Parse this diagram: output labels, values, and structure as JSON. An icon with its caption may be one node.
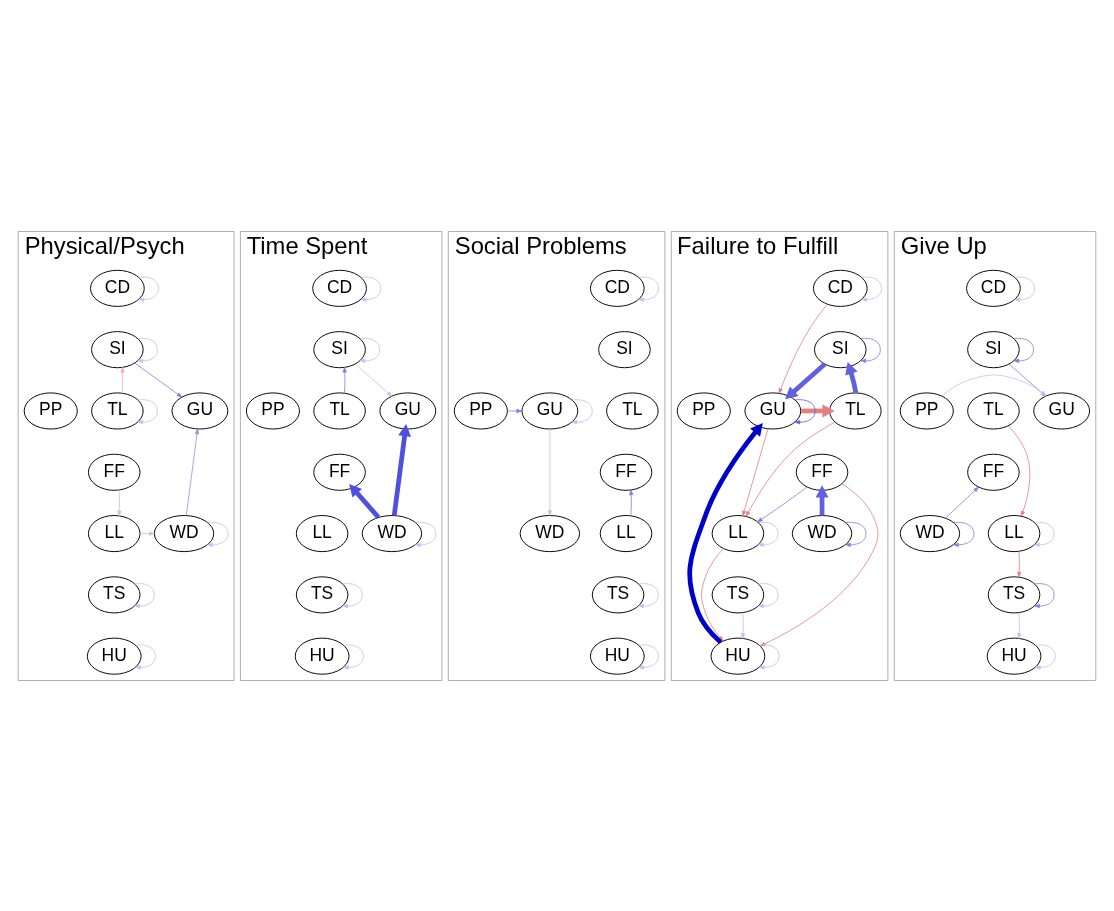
{
  "diagram": {
    "nodes": [
      {
        "text": [
          "Physical/Psych"
        ]
      },
      {
        "text": [
          "CD"
        ],
        "in": 0
      },
      {
        "text": [
          "SI"
        ],
        "in": 0
      },
      {
        "text": [
          "TL"
        ],
        "in": 0
      },
      {
        "text": [
          "PP"
        ],
        "in": 0
      },
      {
        "text": [
          "GU"
        ],
        "in": 0
      },
      {
        "text": [
          "FF"
        ],
        "in": 0
      },
      {
        "text": [
          "LL"
        ],
        "in": 0
      },
      {
        "text": [
          "WD"
        ],
        "in": 0
      },
      {
        "text": [
          "TS"
        ],
        "in": 0
      },
      {
        "text": [
          "HU"
        ],
        "in": 0
      },
      {
        "text": [
          "Time Spent"
        ]
      },
      {
        "text": [
          "CD"
        ],
        "in": 11
      },
      {
        "text": [
          "SI"
        ],
        "in": 11
      },
      {
        "text": [
          "TL"
        ],
        "in": 11
      },
      {
        "text": [
          "PP"
        ],
        "in": 11
      },
      {
        "text": [
          "GU"
        ],
        "in": 11
      },
      {
        "text": [
          "FF"
        ],
        "in": 11
      },
      {
        "text": [
          "LL"
        ],
        "in": 11
      },
      {
        "text": [
          "WD"
        ],
        "in": 11
      },
      {
        "text": [
          "TS"
        ],
        "in": 11
      },
      {
        "text": [
          "HU"
        ],
        "in": 11
      },
      {
        "text": [
          "Social Problems"
        ]
      },
      {
        "text": [
          "CD"
        ],
        "in": 22
      },
      {
        "text": [
          "SI"
        ],
        "in": 22
      },
      {
        "text": [
          "TL"
        ],
        "in": 22
      },
      {
        "text": [
          "PP"
        ],
        "in": 22
      },
      {
        "text": [
          "GU"
        ],
        "in": 22
      },
      {
        "text": [
          "FF"
        ],
        "in": 22
      },
      {
        "text": [
          "LL"
        ],
        "in": 22
      },
      {
        "text": [
          "WD"
        ],
        "in": 22
      },
      {
        "text": [
          "TS"
        ],
        "in": 22
      },
      {
        "text": [
          "HU"
        ],
        "in": 22
      },
      {
        "text": [
          "Failure to Fulfill"
        ]
      },
      {
        "text": [
          "CD"
        ],
        "in": 33
      },
      {
        "text": [
          "SI"
        ],
        "in": 33
      },
      {
        "text": [
          "TL"
        ],
        "in": 33
      },
      {
        "text": [
          "PP"
        ],
        "in": 33
      },
      {
        "text": [
          "GU"
        ],
        "in": 33
      },
      {
        "text": [
          "FF"
        ],
        "in": 33
      },
      {
        "text": [
          "LL"
        ],
        "in": 33
      },
      {
        "text": [
          "WD"
        ],
        "in": 33
      },
      {
        "text": [
          "TS"
        ],
        "in": 33
      },
      {
        "text": [
          "HU"
        ],
        "in": 33
      },
      {
        "text": [
          "Give Up"
        ]
      },
      {
        "text": [
          "CD"
        ],
        "in": 44
      },
      {
        "text": [
          "SI"
        ],
        "in": 44
      },
      {
        "text": [
          "TL"
        ],
        "in": 44
      },
      {
        "text": [
          "PP"
        ],
        "in": 44
      },
      {
        "text": [
          "GU"
        ],
        "in": 44
      },
      {
        "text": [
          "FF"
        ],
        "in": 44
      },
      {
        "text": [
          "LL"
        ],
        "in": 44
      },
      {
        "text": [
          "WD"
        ],
        "in": 44
      },
      {
        "text": [
          "TS"
        ],
        "in": 44
      },
      {
        "text": [
          "HU"
        ],
        "in": 44
      }
    ],
    "edges": [
      {
        "from": 1,
        "to": 1,
        "arrow": "to"
      },
      {
        "from": 2,
        "to": 2,
        "arrow": "to"
      },
      {
        "from": 3,
        "to": 3,
        "arrow": "to"
      },
      {
        "from": 2,
        "to": 5,
        "arrow": "to",
        "color": "#8080e0"
      },
      {
        "from": 3,
        "to": 2,
        "arrow": "to",
        "color": "#f0b0b0"
      },
      {
        "from": 8,
        "to": 5,
        "arrow": "to",
        "color": "#9090e8"
      },
      {
        "from": 6,
        "to": 7,
        "arrow": "to"
      },
      {
        "from": 7,
        "to": 8,
        "arrow": "to"
      },
      {
        "from": 8,
        "to": 8,
        "arrow": "to"
      },
      {
        "from": 9,
        "to": 9,
        "arrow": "to"
      },
      {
        "from": 10,
        "to": 10,
        "arrow": "to"
      },
      {
        "from": 12,
        "to": 12,
        "arrow": "to"
      },
      {
        "from": 13,
        "to": 13,
        "arrow": "to"
      },
      {
        "from": 13,
        "to": 16,
        "arrow": "to"
      },
      {
        "from": 14,
        "to": 13,
        "arrow": "to",
        "color": "#8080e0"
      },
      {
        "from": 19,
        "to": 16,
        "arrow": "to",
        "style": "thick",
        "color": "#5050e0"
      },
      {
        "from": 19,
        "to": 17,
        "arrow": "to",
        "style": "thick",
        "color": "#5050e0"
      },
      {
        "from": 19,
        "to": 19,
        "arrow": "to"
      },
      {
        "from": 20,
        "to": 20,
        "arrow": "to"
      },
      {
        "from": 21,
        "to": 21,
        "arrow": "to"
      },
      {
        "from": 23,
        "to": 23,
        "arrow": "to"
      },
      {
        "from": 26,
        "to": 27,
        "arrow": "to",
        "color": "#8080e0"
      },
      {
        "from": 27,
        "to": 27,
        "arrow": "to"
      },
      {
        "from": 27,
        "to": 30,
        "arrow": "to"
      },
      {
        "from": 29,
        "to": 28,
        "arrow": "to",
        "color": "#8080e0"
      },
      {
        "from": 31,
        "to": 31,
        "arrow": "to"
      },
      {
        "from": 32,
        "to": 32,
        "arrow": "to"
      },
      {
        "from": 34,
        "to": 34,
        "arrow": "to"
      },
      {
        "from": 35,
        "to": 35,
        "arrow": "to",
        "color": "#8080e0"
      },
      {
        "from": 35,
        "to": 38,
        "arrow": "to",
        "style": "thick",
        "color": "#6060e0"
      },
      {
        "from": 36,
        "to": 35,
        "arrow": "to",
        "style": "thick",
        "color": "#6060e0"
      },
      {
        "from": 34,
        "to": 38,
        "arrow": "to",
        "color": "#e08080"
      },
      {
        "from": 38,
        "to": 36,
        "arrow": "to",
        "style": "thick",
        "color": "#e08080"
      },
      {
        "from": 38,
        "to": 38,
        "arrow": "to",
        "color": "#6060e0"
      },
      {
        "from": 36,
        "to": 40,
        "arrow": "to",
        "color": "#e08080"
      },
      {
        "from": 38,
        "to": 40,
        "arrow": "to",
        "color": "#e08080"
      },
      {
        "from": 39,
        "to": 40,
        "arrow": "to",
        "color": "#8080e0"
      },
      {
        "from": 41,
        "to": 39,
        "arrow": "to",
        "style": "thick",
        "color": "#6060e0"
      },
      {
        "from": 41,
        "to": 41,
        "arrow": "to",
        "color": "#8080e0"
      },
      {
        "from": 40,
        "to": 40,
        "arrow": "to"
      },
      {
        "from": 43,
        "to": 38,
        "arrow": "to",
        "style": "thick",
        "color": "#0000cc"
      },
      {
        "from": 40,
        "to": 43,
        "arrow": "to",
        "color": "#e08080"
      },
      {
        "from": 39,
        "to": 43,
        "arrow": "to",
        "color": "#e08080"
      },
      {
        "from": 42,
        "to": 43,
        "arrow": "to"
      },
      {
        "from": 42,
        "to": 42,
        "arrow": "to"
      },
      {
        "from": 43,
        "to": 43,
        "arrow": "to"
      },
      {
        "from": 45,
        "to": 45,
        "arrow": "to"
      },
      {
        "from": 46,
        "to": 46,
        "arrow": "to",
        "color": "#8080e0"
      },
      {
        "from": 46,
        "to": 49,
        "arrow": "to",
        "color": "#8080e0"
      },
      {
        "from": 48,
        "to": 49,
        "arrow": "to"
      },
      {
        "from": 47,
        "to": 51,
        "arrow": "to",
        "color": "#e08080"
      },
      {
        "from": 51,
        "to": 53,
        "arrow": "to",
        "color": "#e08080"
      },
      {
        "from": 52,
        "to": 50,
        "arrow": "to",
        "color": "#8080e0"
      },
      {
        "from": 51,
        "to": 51,
        "arrow": "to"
      },
      {
        "from": 52,
        "to": 52,
        "arrow": "to",
        "color": "#8080e0"
      },
      {
        "from": 53,
        "to": 53,
        "arrow": "to",
        "color": "#8080e0"
      },
      {
        "from": 53,
        "to": 54,
        "arrow": "to"
      },
      {
        "from": 54,
        "to": 54,
        "arrow": "to"
      }
    ]
  }
}
